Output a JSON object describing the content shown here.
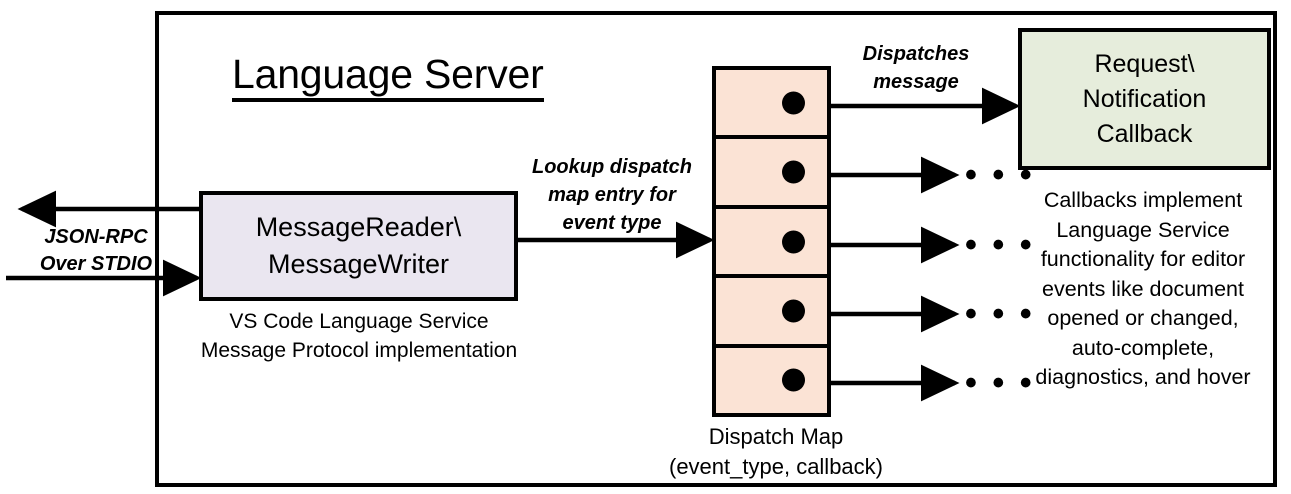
{
  "diagram": {
    "title": "Language Server",
    "outer_border_color": "#000000"
  },
  "message_box": {
    "line1": "MessageReader\\",
    "line2": "MessageWriter",
    "fill": "#EAE6F0",
    "caption_line1": "VS Code Language Service",
    "caption_line2": "Message Protocol implementation"
  },
  "external_channel": {
    "label_line1": "JSON-RPC",
    "label_line2": "Over STDIO"
  },
  "edges": {
    "lookup_label_line1": "Lookup dispatch",
    "lookup_label_line2": "map entry for",
    "lookup_label_line3": "event type",
    "dispatches_label_line1": "Dispatches",
    "dispatches_label_line2": "message"
  },
  "dispatch_map": {
    "fill": "#FBE3D5",
    "rows": [
      {
        "id": "row-1",
        "ellipsis": ""
      },
      {
        "id": "row-2",
        "ellipsis": "• • •"
      },
      {
        "id": "row-3",
        "ellipsis": "• • •"
      },
      {
        "id": "row-4",
        "ellipsis": "• • •"
      },
      {
        "id": "row-5",
        "ellipsis": "• • •"
      }
    ],
    "caption_line1": "Dispatch Map",
    "caption_line2": "(event_type, callback)"
  },
  "callback_box": {
    "line1": "Request\\",
    "line2": "Notification",
    "line3": "Callback",
    "fill": "#E6EDDC",
    "description_line1": "Callbacks implement",
    "description_line2": "Language Service",
    "description_line3": "functionality for editor",
    "description_line4": "events like document",
    "description_line5": "opened or changed,",
    "description_line6": "auto-complete,",
    "description_line7": "diagnostics, and hover"
  }
}
